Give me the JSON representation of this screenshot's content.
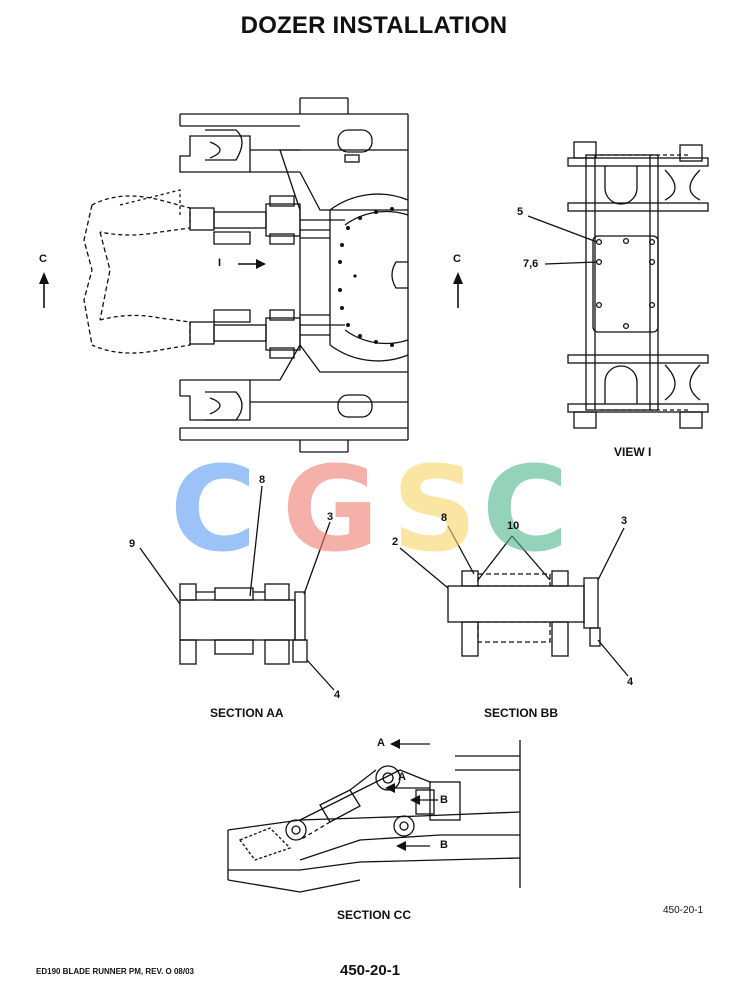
{
  "page": {
    "title": "DOZER INSTALLATION",
    "footer_left": "ED190 BLADE RUNNER PM, REV. O 08/03",
    "footer_center": "450-20-1",
    "figure_ref": "450-20-1"
  },
  "top_view": {
    "view_arrow_label": "I",
    "left_arrow_label": "C",
    "right_arrow_label": "C"
  },
  "view_i": {
    "caption": "VIEW I",
    "callouts": [
      "5",
      "7,6"
    ]
  },
  "section_aa": {
    "caption": "SECTION AA",
    "callouts": [
      "8",
      "9",
      "3",
      "4"
    ]
  },
  "section_bb": {
    "caption": "SECTION BB",
    "callouts": [
      "8",
      "10",
      "2",
      "3",
      "4"
    ]
  },
  "section_cc": {
    "caption": "SECTION CC",
    "arrows": [
      "A",
      "A",
      "B",
      "B"
    ]
  },
  "watermark": {
    "letters": [
      "C",
      "G",
      "S",
      "C"
    ],
    "colors": [
      "#5b9cf2",
      "#ef7c72",
      "#f8d567",
      "#4eb58d"
    ]
  }
}
